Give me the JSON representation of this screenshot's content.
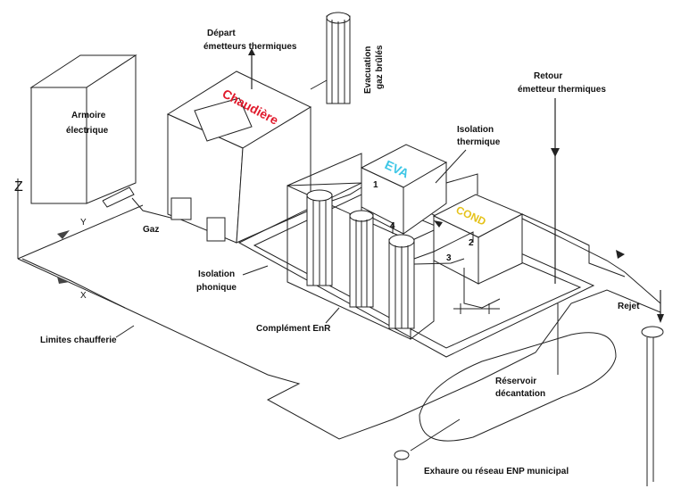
{
  "diagram": {
    "labels": {
      "depart": [
        "Départ",
        "émetteurs thermiques"
      ],
      "evacuation": [
        "Evacuation",
        "gaz brûlés"
      ],
      "retour": [
        "Retour",
        "émetteur thermiques"
      ],
      "armoire": [
        "Armoire",
        "électrique"
      ],
      "isolation_thermique": [
        "Isolation",
        "thermique"
      ],
      "gaz": "Gaz",
      "isolation_phonique": [
        "Isolation",
        "phonique"
      ],
      "complement": "Complément EnR",
      "rejet": "Rejet",
      "limites": "Limites chaufferie",
      "reservoir": [
        "Réservoir",
        "décantation"
      ],
      "exhaure": "Exhaure ou réseau ENP municipal",
      "axis_z": "Z",
      "axis_y": "Y",
      "axis_x": "X"
    },
    "equipment": {
      "chaudiere": "Chaudière",
      "eva": "EVA",
      "cond": "COND"
    },
    "points": [
      "1",
      "2",
      "3",
      "4"
    ],
    "colors": {
      "chaudiere": "#e0192b",
      "eva": "#3cc6e6",
      "cond": "#e5c21a",
      "line": "#222222"
    }
  }
}
